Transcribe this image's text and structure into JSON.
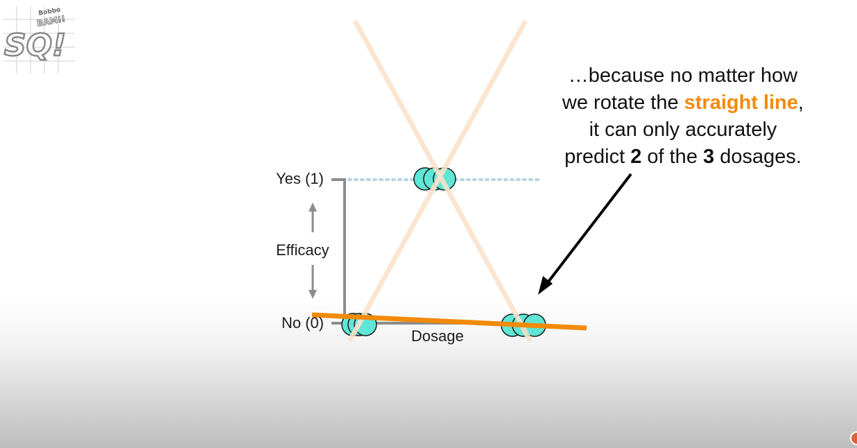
{
  "logo": {
    "text_small": "Bobbo",
    "text_bam": "BAM!!",
    "text_main": "SQ!",
    "icon": "statquest-logo"
  },
  "axes": {
    "y_top_label": "Yes (1)",
    "y_bottom_label": "No (0)",
    "y_axis_title": "Efficacy",
    "x_axis_title": "Dosage"
  },
  "caption": {
    "line1": "…because no matter how",
    "line2_before": "we rotate the ",
    "line2_highlight": "straight line",
    "line2_after": ",",
    "line3": "it can only accurately",
    "line4_a": "predict ",
    "line4_num1": "2",
    "line4_b": " of the ",
    "line4_num2": "3",
    "line4_c": " dosages."
  },
  "colors": {
    "highlight": "#f28a0a",
    "fit_line": "#f28a0a",
    "faded_lines": "#fbe3cc",
    "data_points": "#5fe6d6",
    "axis": "#8c8c8c",
    "dotted_guide": "#b8d4e3",
    "arrow": "#000000"
  }
}
